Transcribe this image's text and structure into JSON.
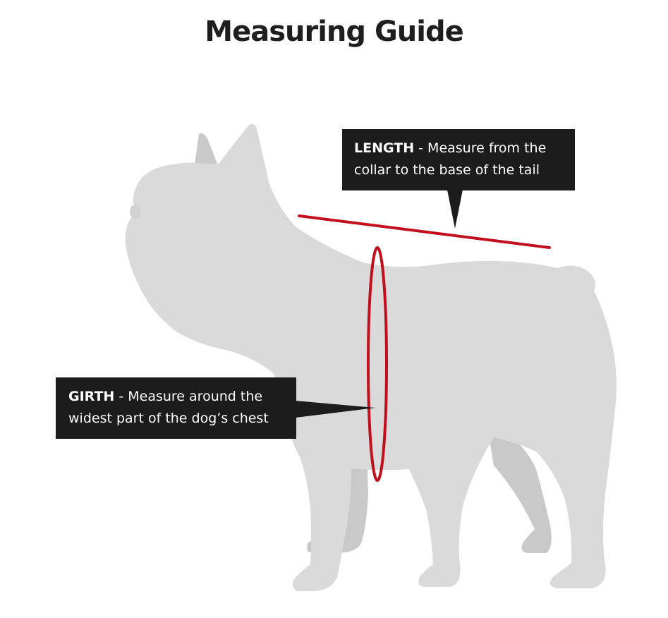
{
  "title": "Measuring Guide",
  "colors": {
    "dog_fill": "#dadada",
    "dog_far_limbs": "#c9c9c9",
    "measure_line": "#c0101e",
    "callout_bg": "#1c1c1c",
    "callout_text": "#ffffff"
  },
  "callouts": {
    "length": {
      "term": "LENGTH",
      "line1_rest": " - Measure from the",
      "line2": "collar to the base of the tail"
    },
    "girth": {
      "term": "GIRTH",
      "line1_rest": " - Measure around the",
      "line2": "widest part of the dog’s chest"
    }
  }
}
